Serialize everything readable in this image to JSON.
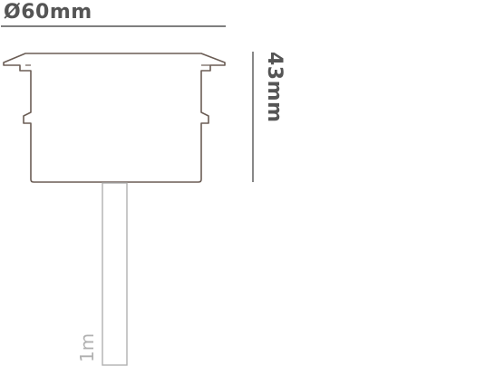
{
  "dimensions": {
    "diameter": "Ø60mm",
    "height": "43mm",
    "cable_length": "1m"
  },
  "colors": {
    "outline": "#6b5d55",
    "dimension_line": "#555555",
    "label": "#555555",
    "cable": "#b0b0b0"
  }
}
